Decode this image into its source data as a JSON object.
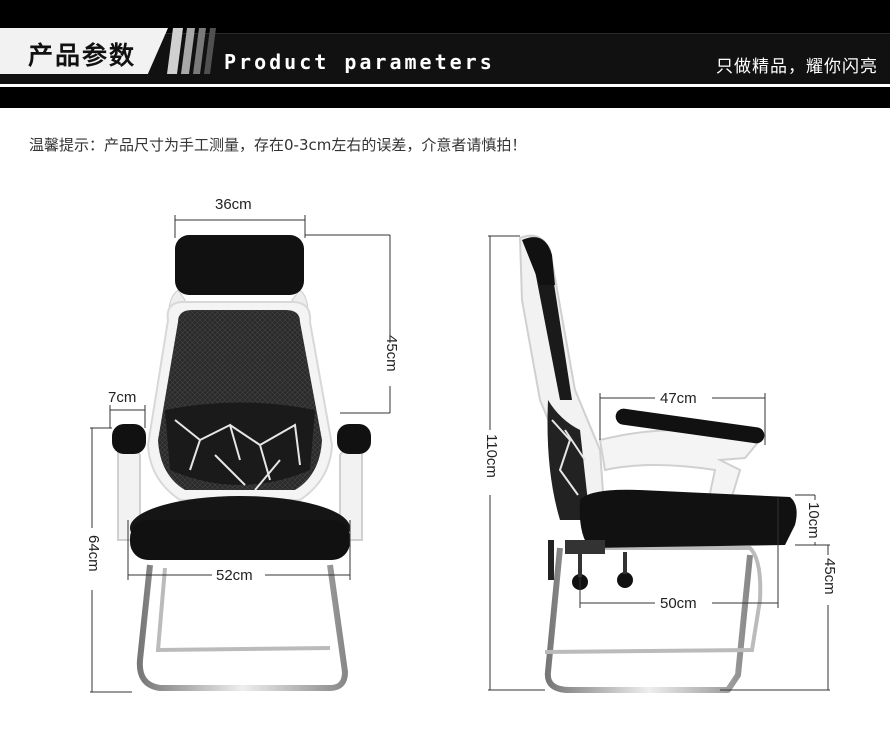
{
  "banner": {
    "title_cn": "产品参数",
    "title_en": "Product parameters",
    "slogan": "只做精品，耀你闪亮"
  },
  "notice": "温馨提示：产品尺寸为手工测量，存在0-3cm左右的误差，介意者请慎拍！",
  "front_view": {
    "headrest_width": "36cm",
    "back_height": "45cm",
    "armrest_width": "7cm",
    "seat_width": "52cm",
    "total_height": "64cm"
  },
  "side_view": {
    "total_height": "110cm",
    "arm_depth": "47cm",
    "cushion_thickness": "10cm",
    "seat_depth": "50cm",
    "seat_height": "45cm"
  },
  "colors": {
    "banner": "#000000",
    "frame": "#ffffff",
    "mesh": "#1a1a1a",
    "chrome": "#c8c8c8"
  }
}
